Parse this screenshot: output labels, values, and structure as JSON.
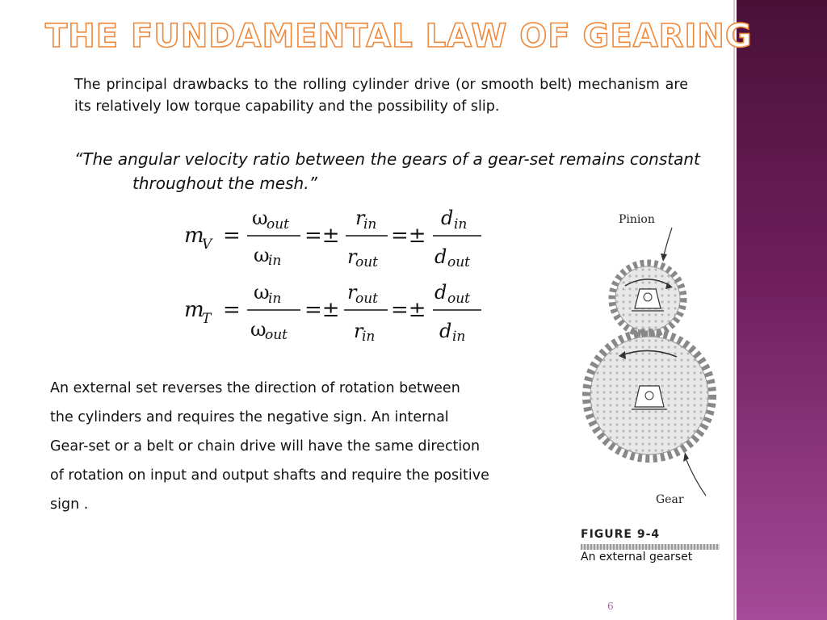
{
  "slide": {
    "title": "The Fundamental Law of Gearing",
    "intro": "The principal drawbacks to the rolling cylinder drive (or smooth belt) mechanism are its relatively low torque capability and the possibility of slip.",
    "quote": "“The angular velocity ratio between the gears of a gear-set remains constant throughout the mesh.”",
    "paragraph_lines": [
      "An external set reverses the direction of rotation between",
      "the cylinders and requires the negative sign. An internal",
      "Gear-set or a belt or chain drive  will have the same direction",
      "of rotation on input and output shafts and require the positive",
      "sign ."
    ],
    "page_number": "6"
  },
  "equations": {
    "velocity": {
      "lhs_symbol": "m",
      "lhs_sub": "V",
      "equals": "=",
      "plus_minus": "=±",
      "t1_num": "ω",
      "t1_num_sub": "out",
      "t1_den": "ω",
      "t1_den_sub": "in",
      "t2_num": "r",
      "t2_num_sub": "in",
      "t2_den": "r",
      "t2_den_sub": "out",
      "t3_num": "d",
      "t3_num_sub": "in",
      "t3_den": "d",
      "t3_den_sub": "out"
    },
    "torque": {
      "lhs_symbol": "m",
      "lhs_sub": "T",
      "equals": "=",
      "plus_minus": "=±",
      "t1_num": "ω",
      "t1_num_sub": "in",
      "t1_den": "ω",
      "t1_den_sub": "out",
      "t2_num": "r",
      "t2_num_sub": "out",
      "t2_den": "r",
      "t2_den_sub": "in",
      "t3_num": "d",
      "t3_num_sub": "out",
      "t3_den": "d",
      "t3_den_sub": "in"
    }
  },
  "figure": {
    "pinion_label": "Pinion",
    "gear_label": "Gear",
    "number": "FIGURE 9-4",
    "caption": "An external gearset"
  },
  "colors": {
    "title_outline": "#f0883a",
    "side_band_top": "#4a1038",
    "side_band_bottom": "#a44a98",
    "page_number": "#b05aa8"
  }
}
